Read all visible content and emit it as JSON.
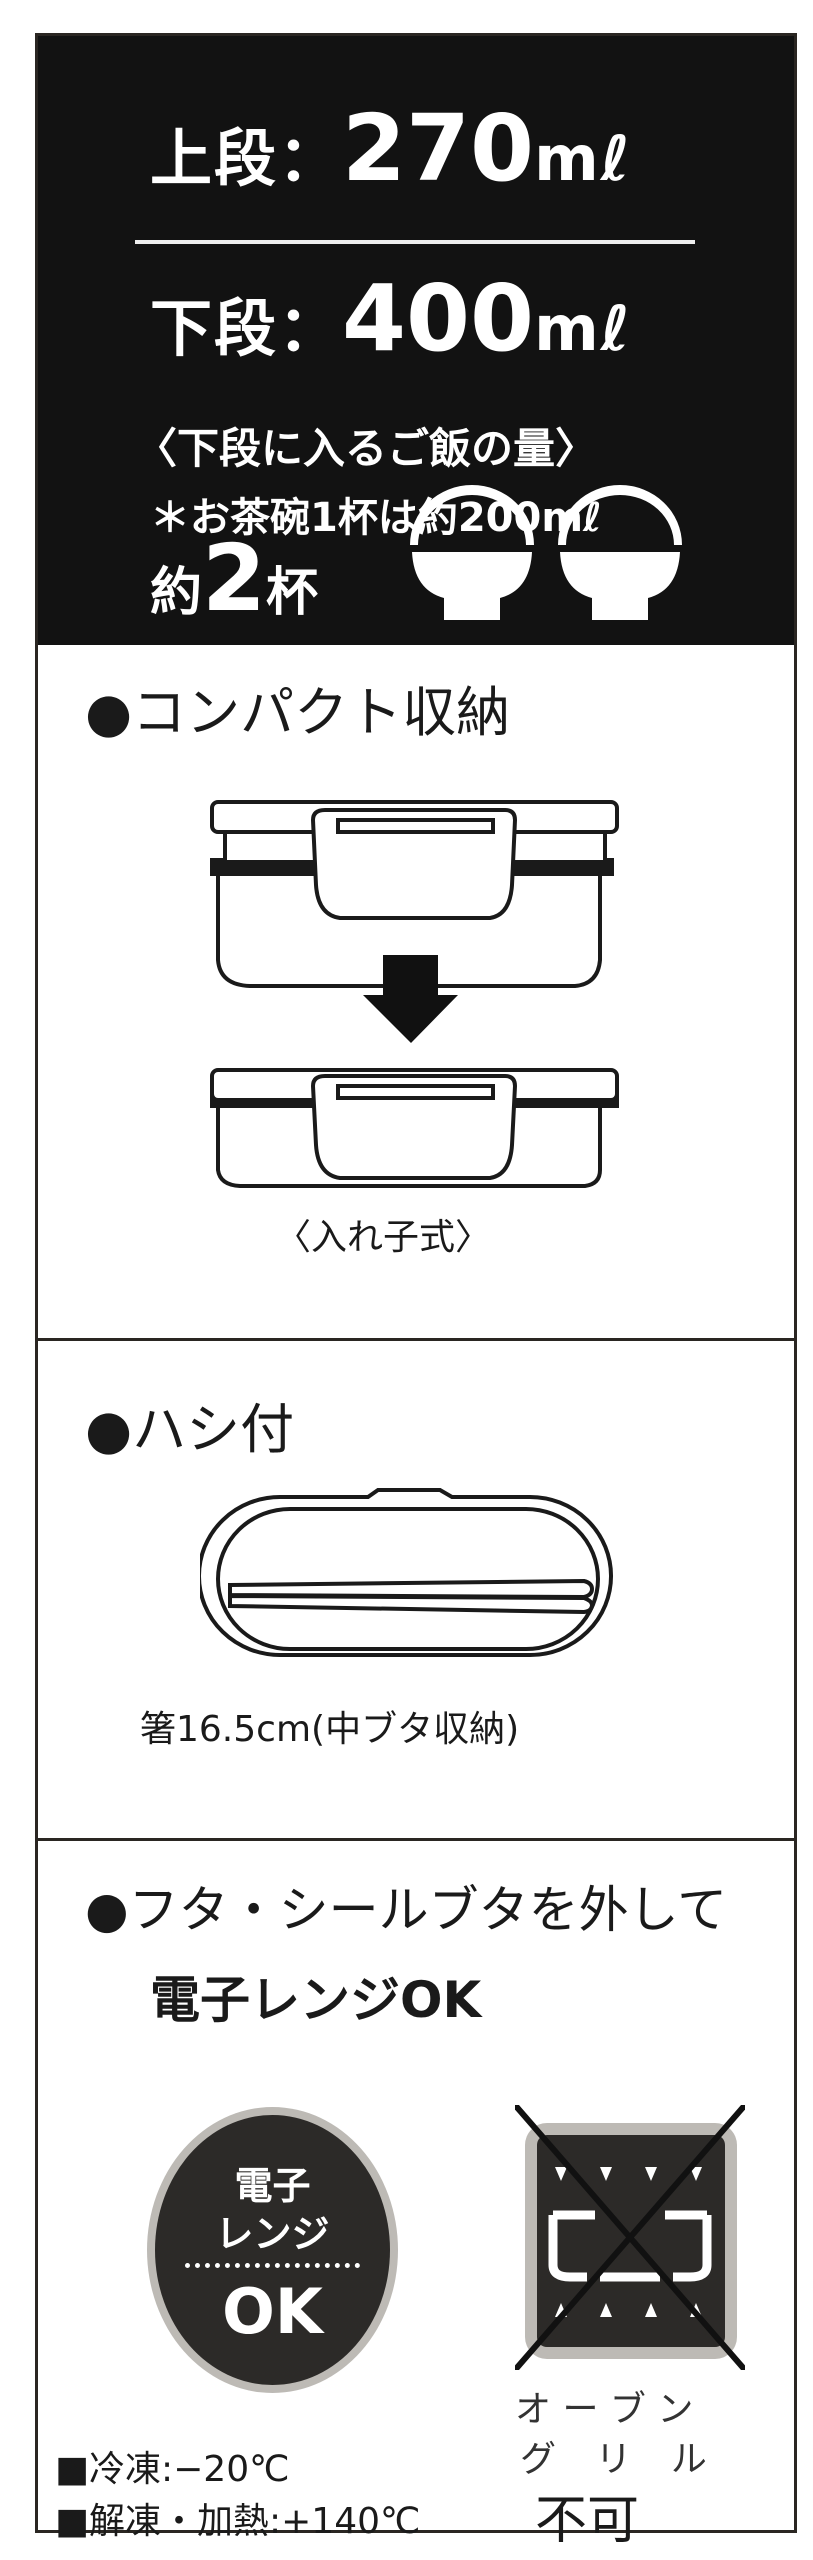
{
  "capacity": {
    "upper_label": "上段：",
    "upper_value": "270",
    "upper_unit": "mℓ",
    "lower_label": "下段：",
    "lower_value": "400",
    "lower_unit": "mℓ",
    "rice_note": "〈下段に入るご飯の量〉",
    "bowl_note": "＊お茶碗1杯は約200mℓ",
    "bowls_prefix": "約",
    "bowls_count": "2",
    "bowls_suffix": "杯"
  },
  "compact": {
    "heading": "●コンパクト収納",
    "caption": "〈入れ子式〉"
  },
  "chopsticks": {
    "heading": "●ハシ付",
    "caption": "箸16.5cm(中ブタ収納)"
  },
  "microwave": {
    "heading_line1": "●フタ・シールブタを外して",
    "heading_line2": "電子レンジOK",
    "badge_line1": "電子",
    "badge_line2": "レンジ",
    "badge_ok": "OK",
    "oven_label_line1": "オ ー ブ ン",
    "oven_label_line2": "グ リ ル",
    "oven_status": "不可",
    "freeze": "■冷凍:−20℃",
    "heat": "■解凍・加熱:+140℃"
  }
}
